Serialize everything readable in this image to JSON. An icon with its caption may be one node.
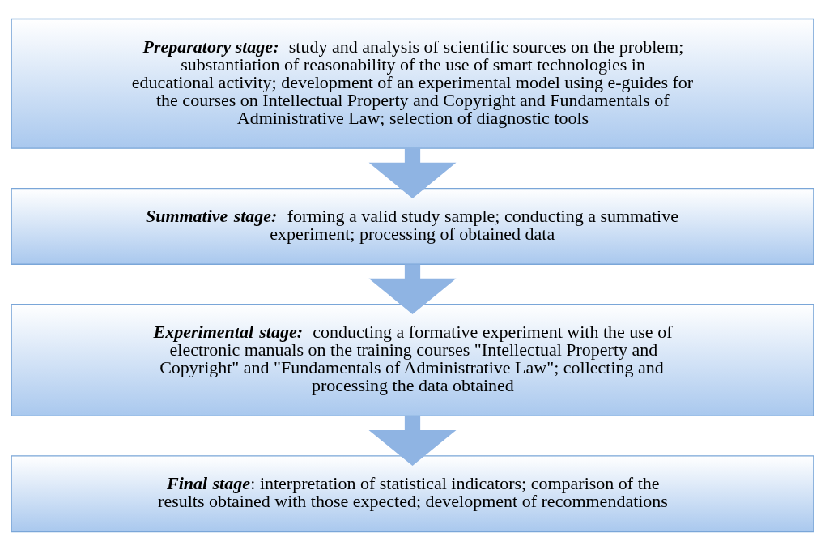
{
  "diagram": {
    "nodes": [
      {
        "text": [
          "**Preparatory stage:** study and analysis of scientific sources on the problem; substantiation of reasonability of the use of smart technologies in educational activity; development of an experimental model using e-guides for the courses on Intellectual Property and Copyright and Fundamentals of Administrative Law; selection of diagnostic tools"
        ]
      },
      {
        "text": [
          "**Summative stage:** forming a valid study sample; conducting a summative experiment; processing of obtained data"
        ]
      },
      {
        "text": [
          "**Experimental stage:** conducting a formative experiment with the use of electronic manuals on the training courses \"Intellectual Property and Copyright\" and \"Fundamentals of Administrative Law\"; collecting and processing the data obtained"
        ]
      },
      {
        "text": [
          "**Final stage**: interpretation of statistical indicators; comparison of the results obtained with those expected; development of recommendations"
        ]
      }
    ],
    "edges": [
      {
        "from": 0,
        "to": 1,
        "arrow": "to"
      },
      {
        "from": 1,
        "to": 2,
        "arrow": "to"
      },
      {
        "from": 2,
        "to": 3,
        "arrow": "to"
      }
    ]
  }
}
